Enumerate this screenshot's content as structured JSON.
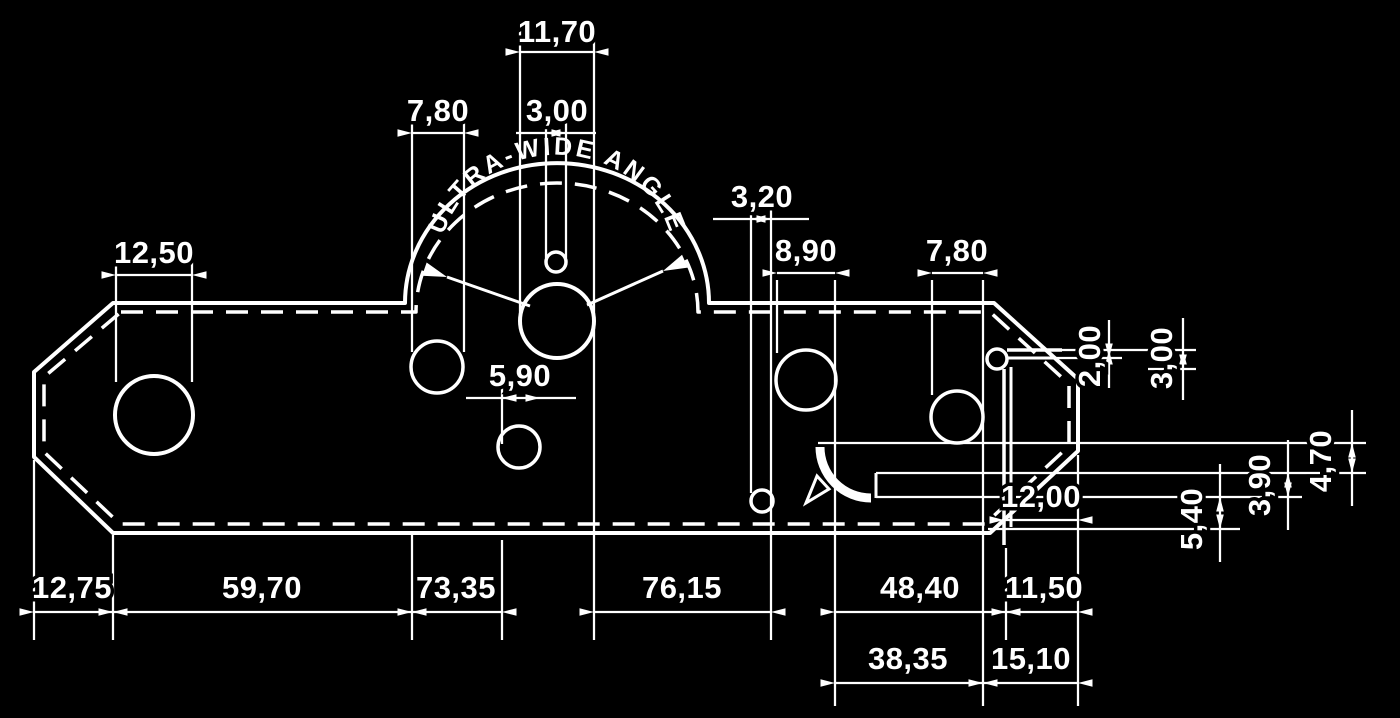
{
  "drawing": {
    "type": "technical-dimension-drawing",
    "arc_label": "ULTRA-WIDE ANGLE",
    "colors": {
      "background": "#000000",
      "line": "#ffffff",
      "text": "#ffffff"
    },
    "dims": {
      "top": {
        "d11_70": "11,70",
        "d3_00": "3,00",
        "d7_80_left": "7,80",
        "d12_50": "12,50",
        "d3_20": "3,20",
        "d8_90": "8,90",
        "d7_80_right": "7,80",
        "d5_90": "5,90"
      },
      "right": {
        "d2_00": "2,00",
        "d3_00": "3,00",
        "d4_70": "4,70",
        "d3_90": "3,90",
        "d5_40": "5,40",
        "d12_00": "12,00"
      },
      "bottom_row1": {
        "d12_75": "12,75",
        "d59_70": "59,70",
        "d73_35": "73,35",
        "d76_15": "76,15",
        "d48_40": "48,40",
        "d11_50": "11,50"
      },
      "bottom_row2": {
        "d38_35": "38,35",
        "d15_10": "15,10"
      }
    }
  }
}
